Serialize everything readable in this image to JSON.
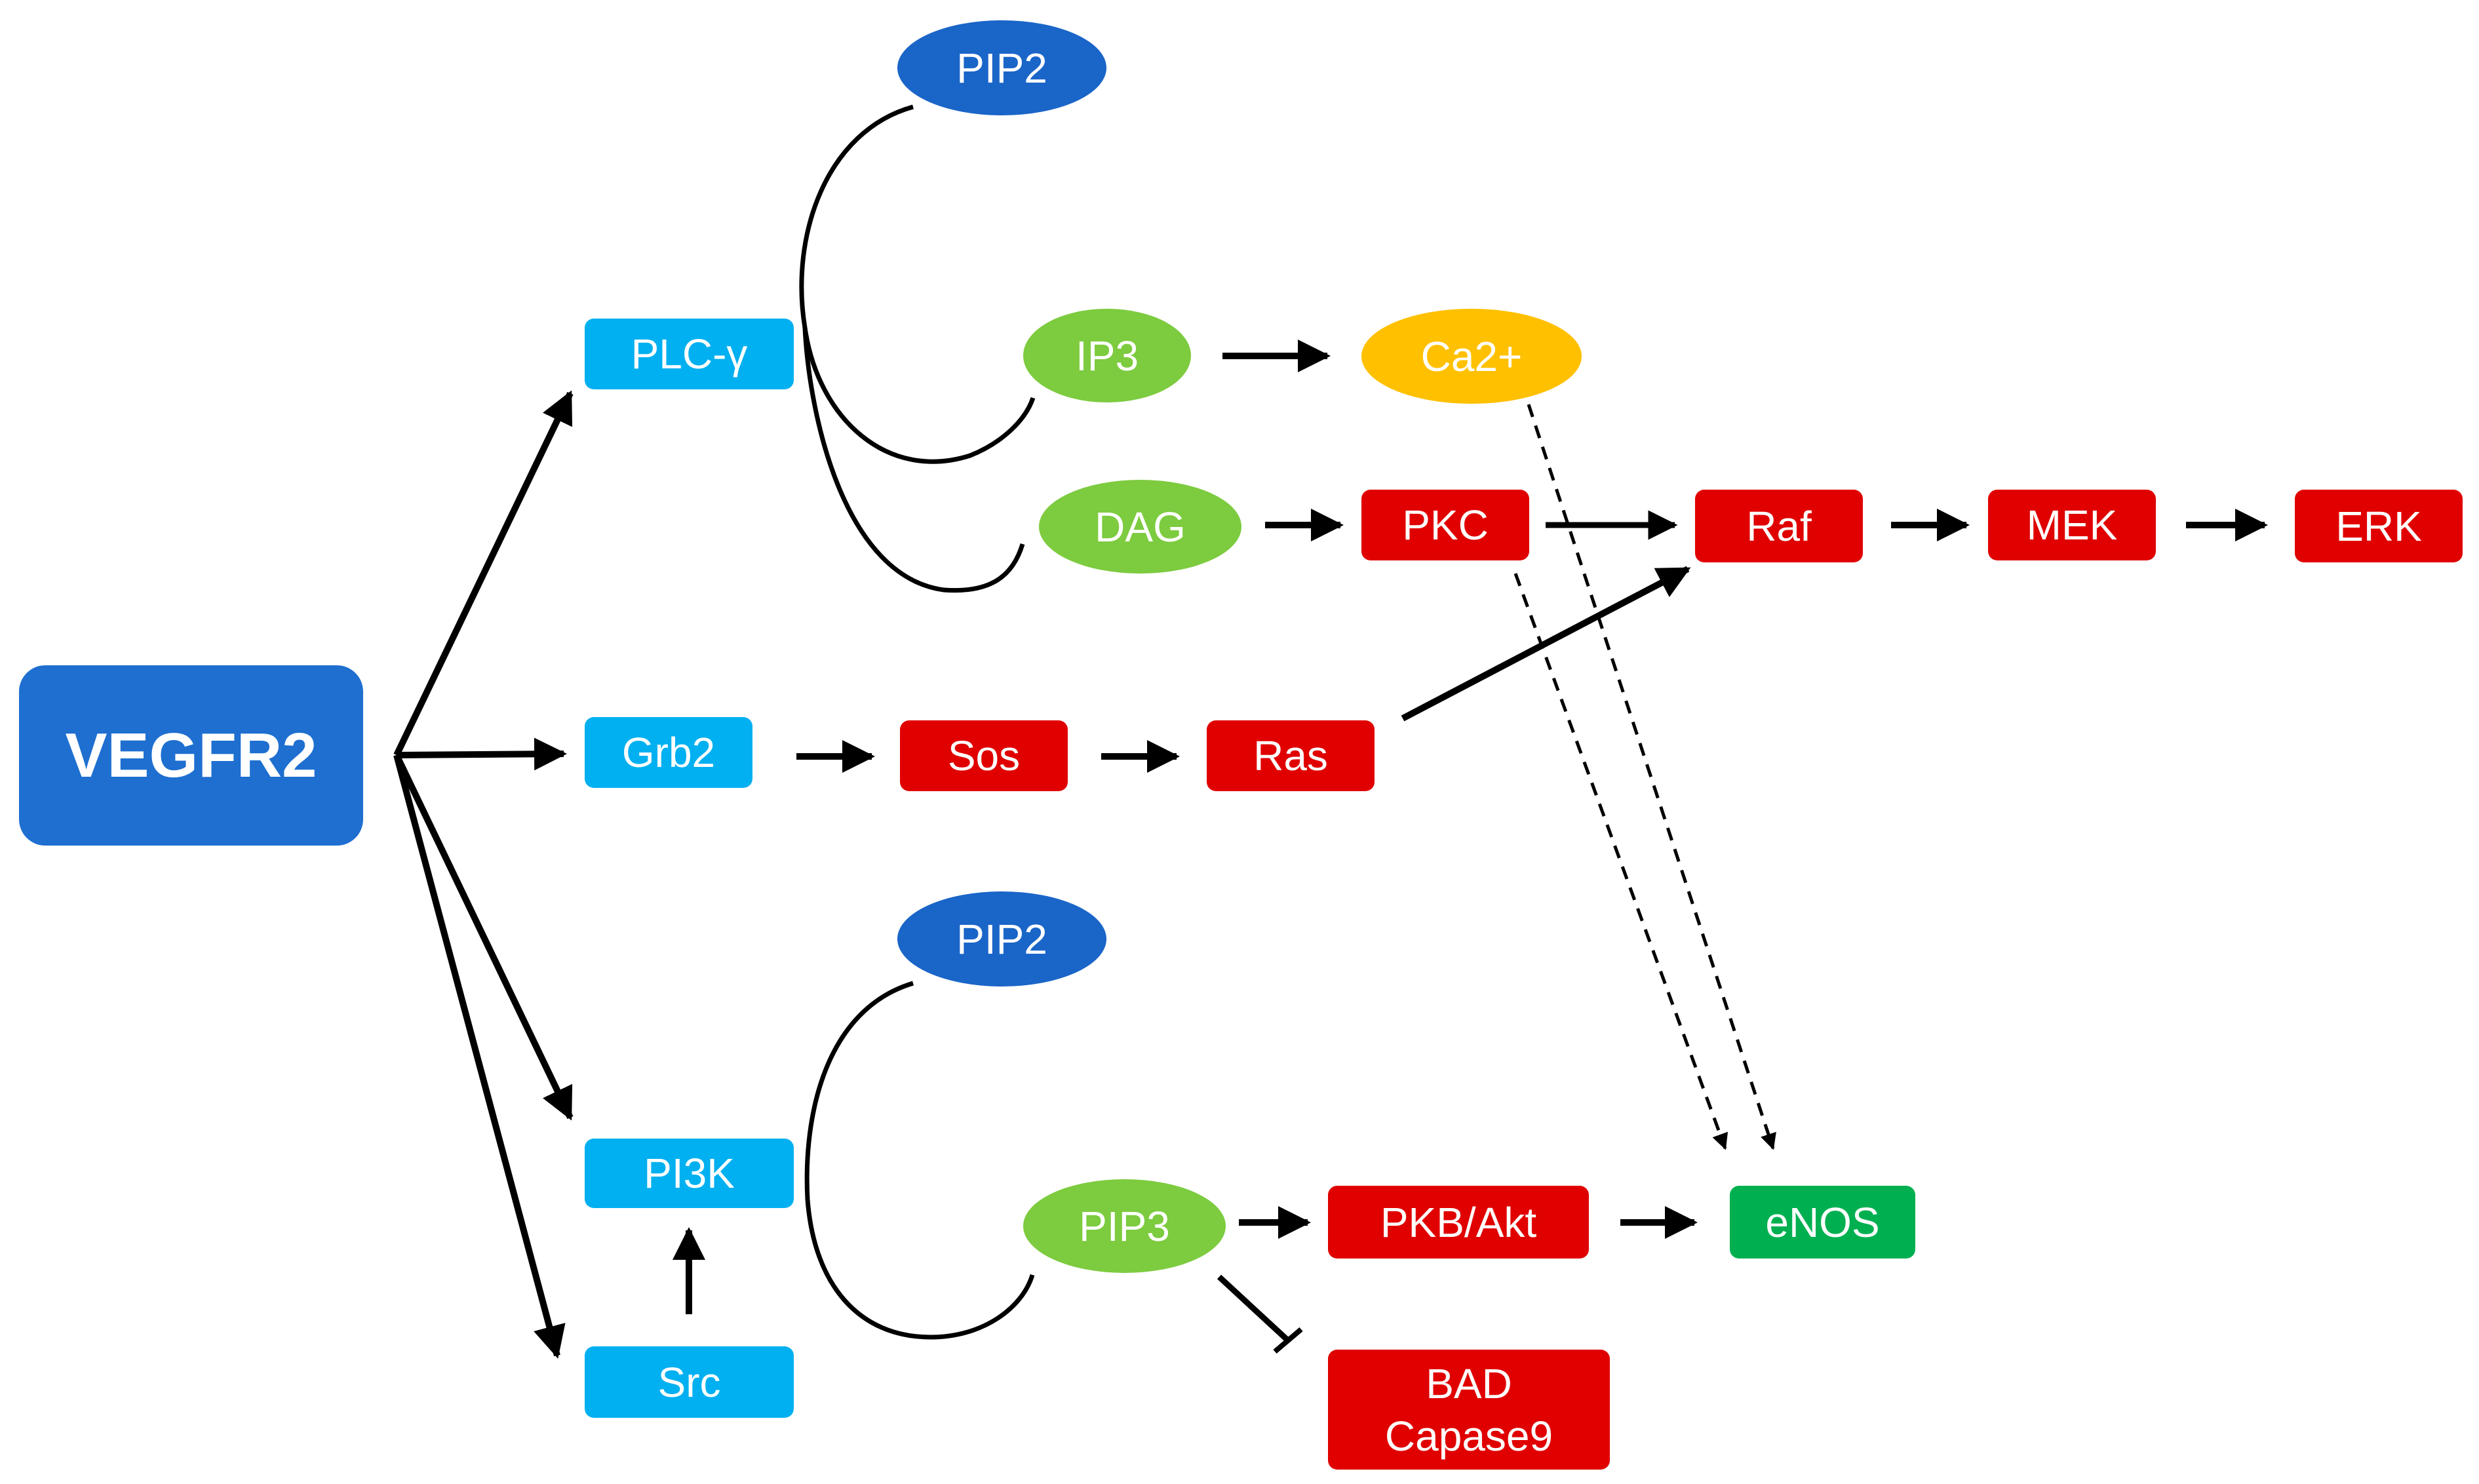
{
  "colors": {
    "receptor": "#1e6fd0",
    "cyan": "#00b0f0",
    "red": "#e00000",
    "green": "#7dcb3f",
    "blue": "#1a65c8",
    "yellow": "#ffc000",
    "enos": "#00b050",
    "text": "#ffffff",
    "arrow": "#000000"
  },
  "nodes": {
    "vegfr2": "VEGFR2",
    "plc": "PLC-γ",
    "grb2": "Grb2",
    "pi3k": "PI3K",
    "src": "Src",
    "pip2_top": "PIP2",
    "ip3": "IP3",
    "dag": "DAG",
    "ca": "Ca2+",
    "pkc": "PKC",
    "raf": "Raf",
    "mek": "MEK",
    "erk": "ERK",
    "sos": "Sos",
    "ras": "Ras",
    "pip2_bottom": "PIP2",
    "pip3": "PIP3",
    "pkb": "PKB/Akt",
    "enos": "eNOS",
    "bad": "BAD\nCapase9"
  }
}
